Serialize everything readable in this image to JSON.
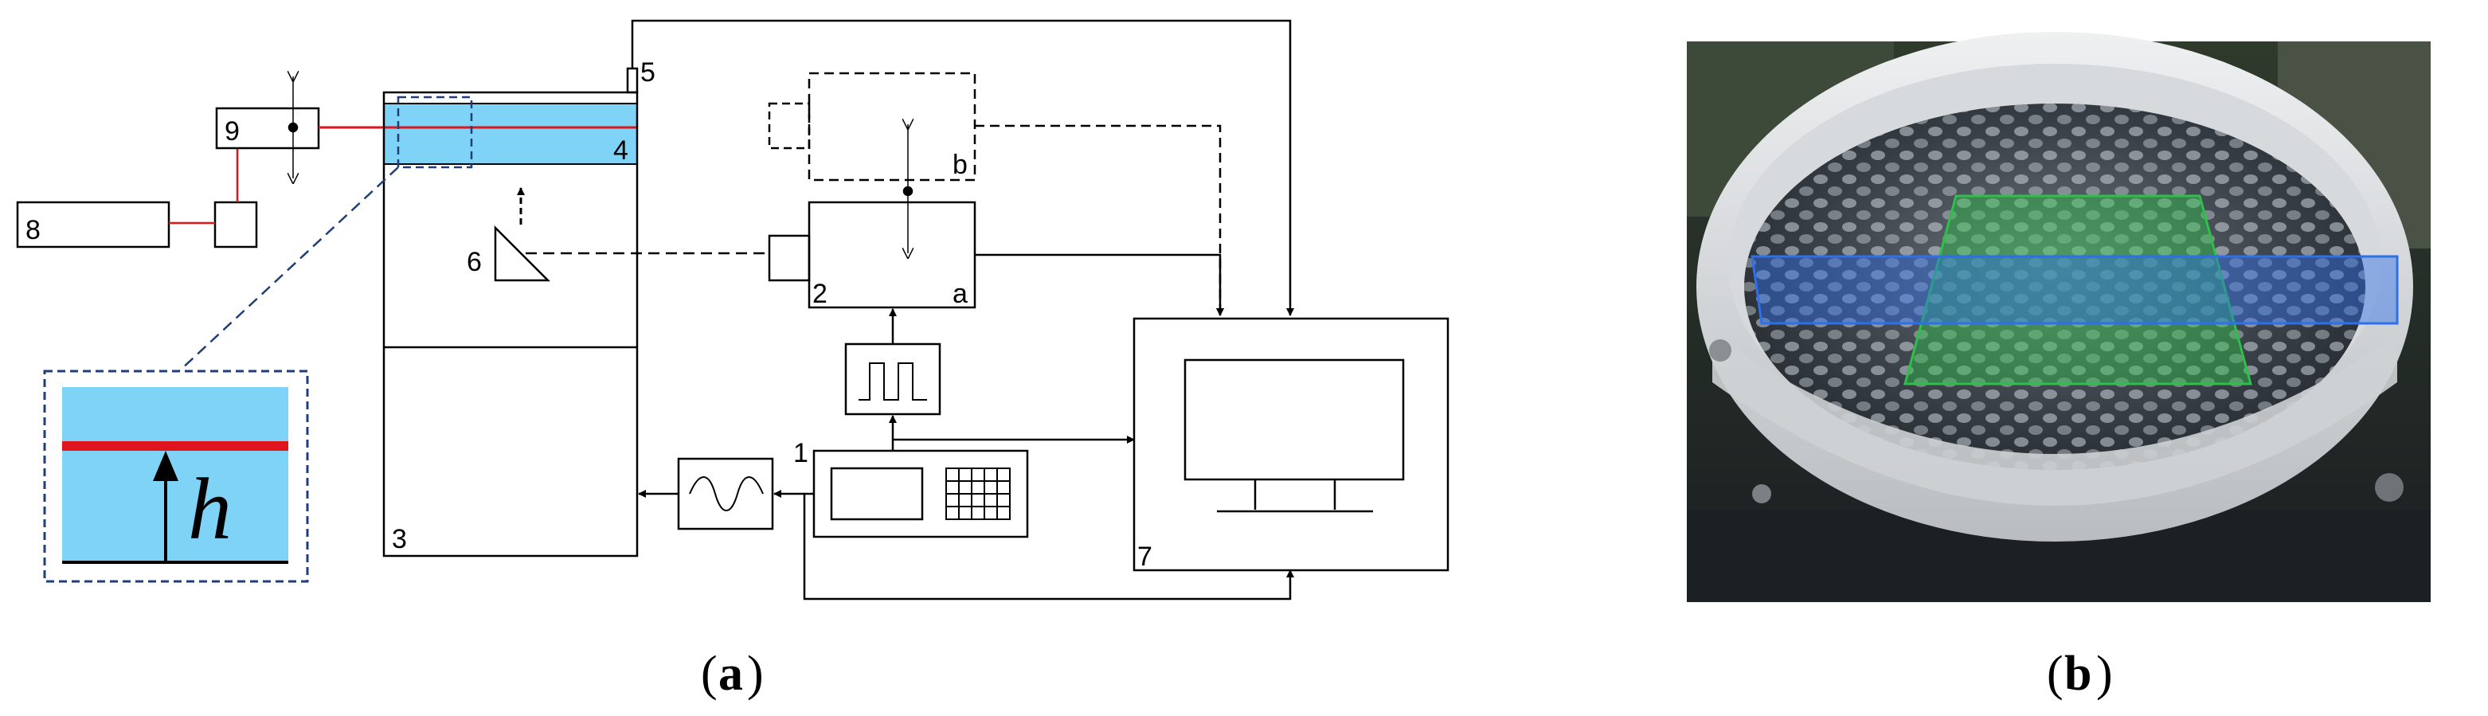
{
  "figure": {
    "labels": {
      "n1": "1",
      "n2": "2",
      "n3": "3",
      "n4": "4",
      "n5": "5",
      "n6": "6",
      "n7": "7",
      "n8": "8",
      "n9": "9",
      "a": "a",
      "b": "b",
      "h": "h"
    },
    "captions": {
      "a_open": "(",
      "a_letter": "a",
      "a_close": ")",
      "b_open": "(",
      "b_letter": "b",
      "b_close": ")"
    },
    "colors": {
      "water": "#7fd3f7",
      "laser": "#e0141c",
      "inset_border": "#1f3e7a",
      "label_a": "#1aa53a",
      "label_b": "#1aa7de",
      "overlay_green": "#2fbf4a",
      "overlay_blue": "#2f6fe8"
    }
  }
}
